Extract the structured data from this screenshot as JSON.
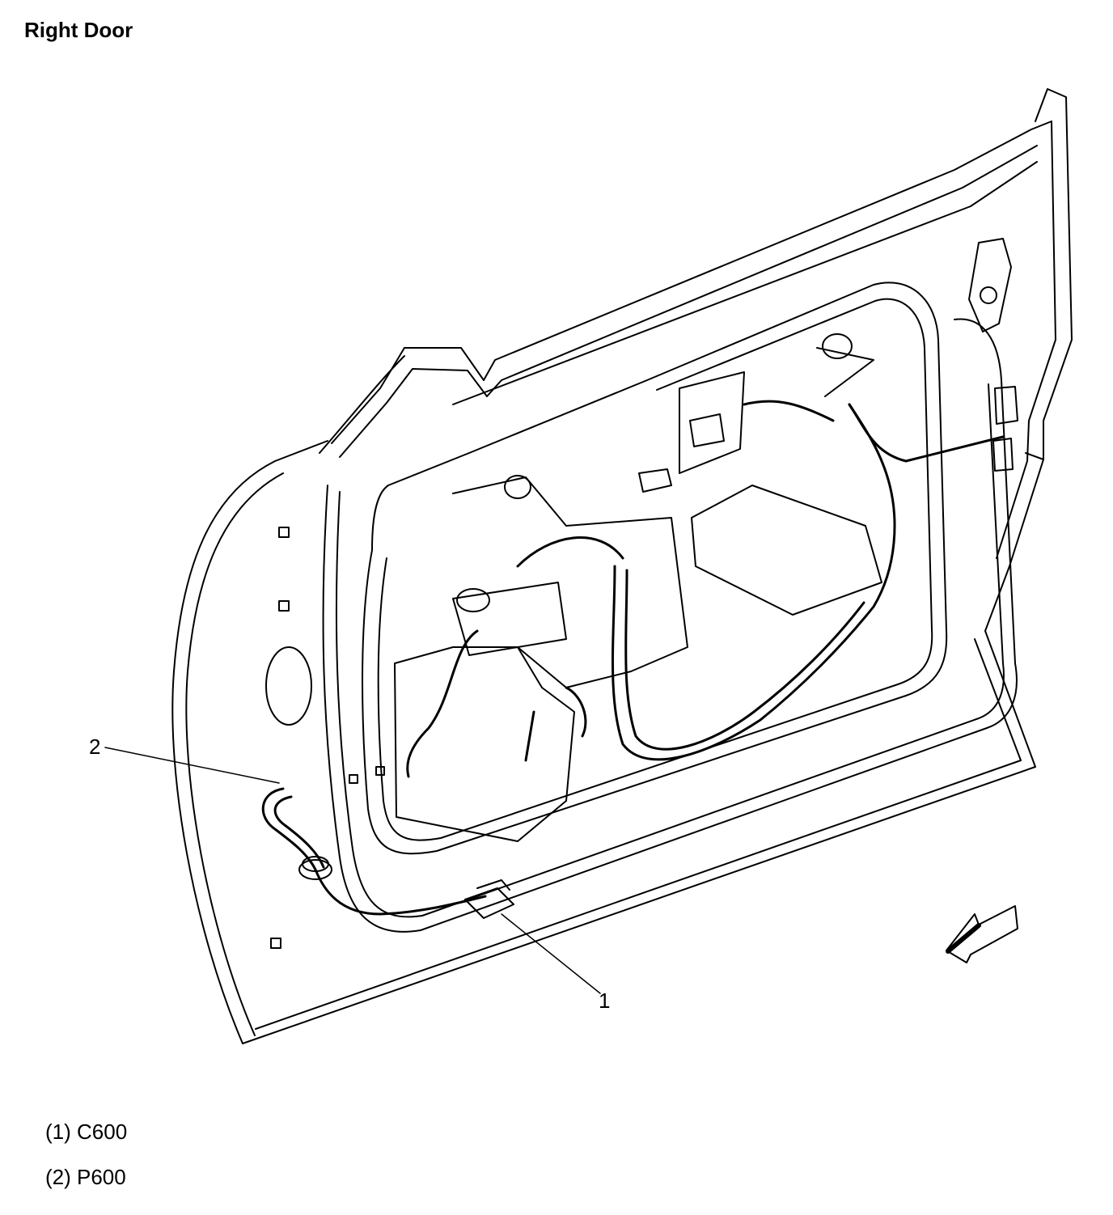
{
  "title": "Right Door",
  "callouts": [
    {
      "number": "1",
      "code": "C600"
    },
    {
      "number": "2",
      "code": "P600"
    }
  ],
  "legend": [
    {
      "label": "(1) C600"
    },
    {
      "label": "(2) P600"
    }
  ],
  "colors": {
    "line": "#000000",
    "background": "#ffffff"
  }
}
